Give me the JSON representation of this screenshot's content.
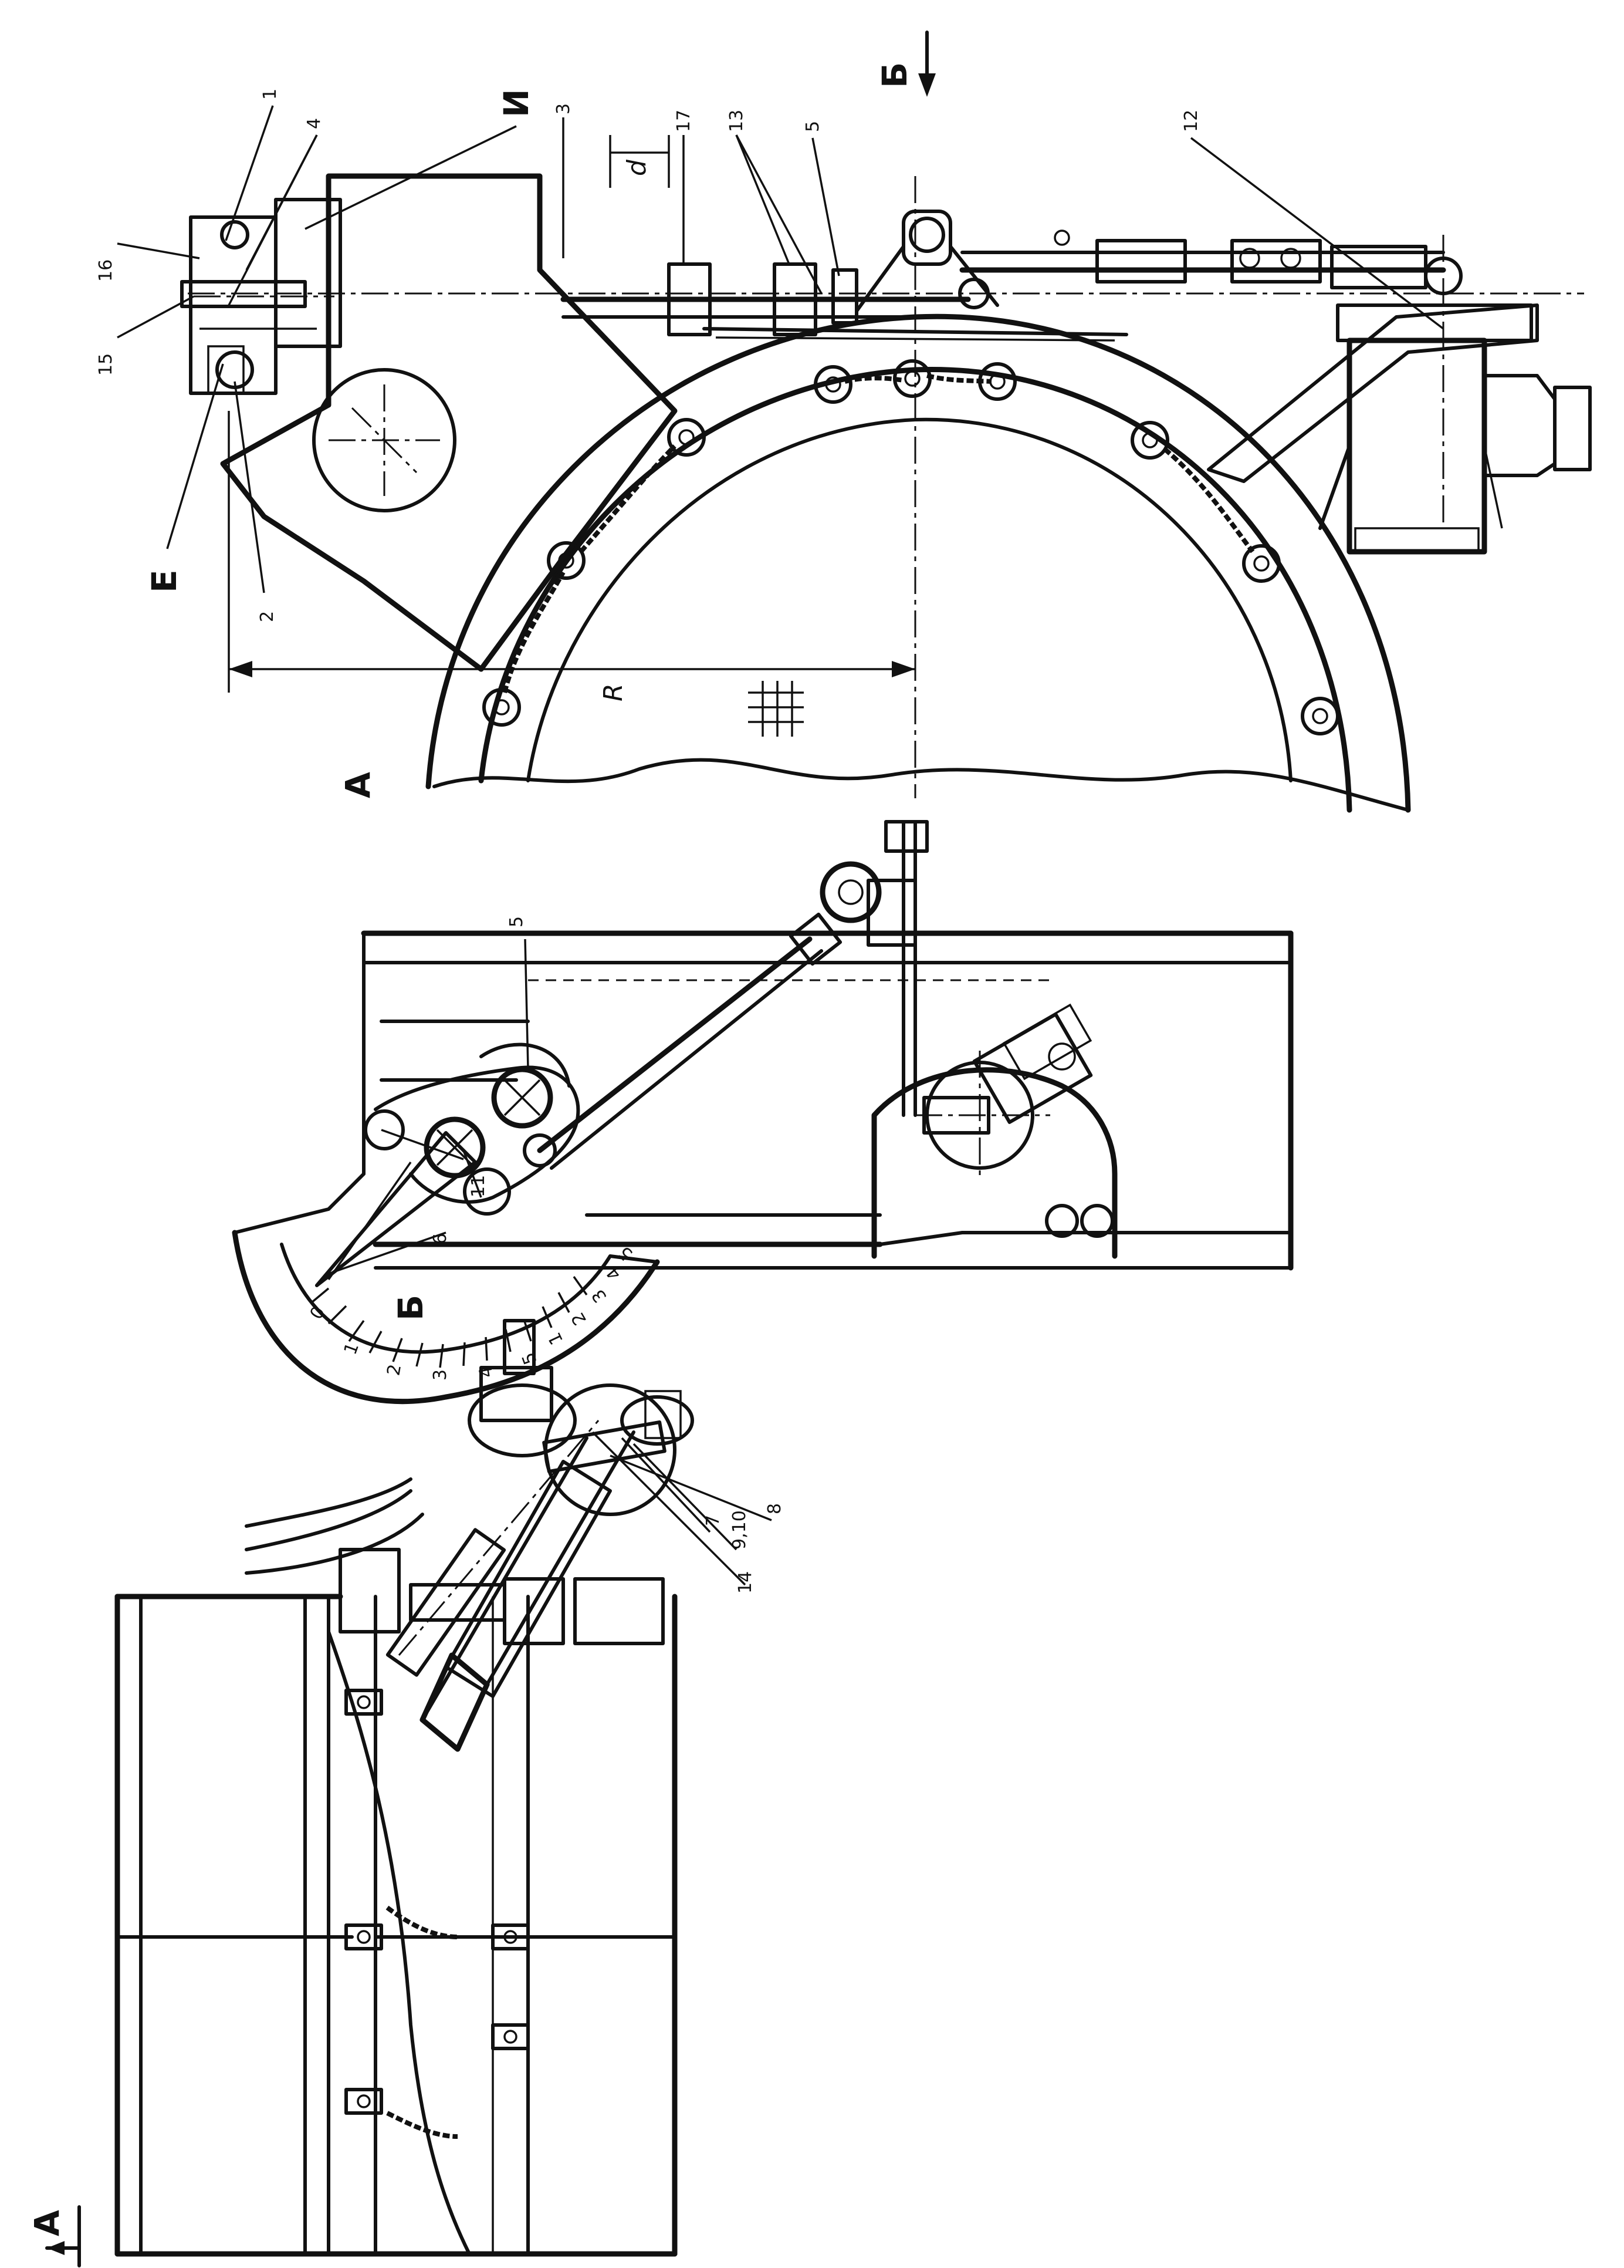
{
  "views": {
    "view_a": "А",
    "view_b": "Б",
    "marker_a": "А",
    "marker_b": "Б"
  },
  "nodes": {
    "node_e": "Е",
    "node_i": "И"
  },
  "callouts": {
    "c1": "1",
    "c2": "2",
    "c3": "3",
    "c4": "4",
    "c5": "5",
    "c6": "6",
    "c7": "7",
    "c8": "8",
    "c9_10": "9,10",
    "c11": "11",
    "c12": "12",
    "c13": "13",
    "c14": "14",
    "c15": "15",
    "c16": "16",
    "c17": "17",
    "c5b": "5"
  },
  "dimensions": {
    "radius": "R",
    "gap": "d"
  },
  "scale_marks": [
    "0",
    "1",
    "2",
    "3",
    "4",
    "5",
    "1",
    "2",
    "3",
    "4",
    "5"
  ]
}
